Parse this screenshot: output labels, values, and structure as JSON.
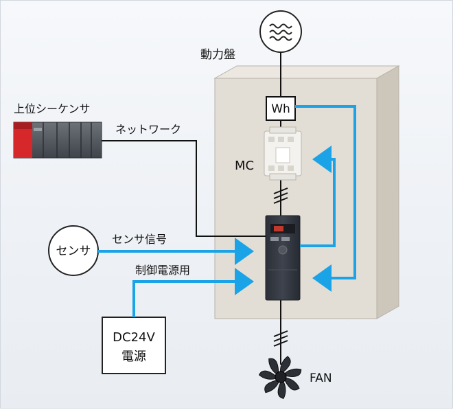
{
  "labels": {
    "power_panel": "動力盤",
    "upper_sequencer": "上位シーケンサ",
    "network": "ネットワーク",
    "wh_meter": "Wh",
    "mc": "MC",
    "sensor": "センサ",
    "sensor_signal": "センサ信号",
    "control_power": "制御電源用",
    "dc_line1": "DC24V",
    "dc_line2": "電源",
    "fan": "FAN"
  },
  "colors": {
    "signal_arrow": "#1aa3e6",
    "wire": "#111111",
    "panel_front": "#e2ddd5",
    "plc_red": "#d6282b"
  }
}
